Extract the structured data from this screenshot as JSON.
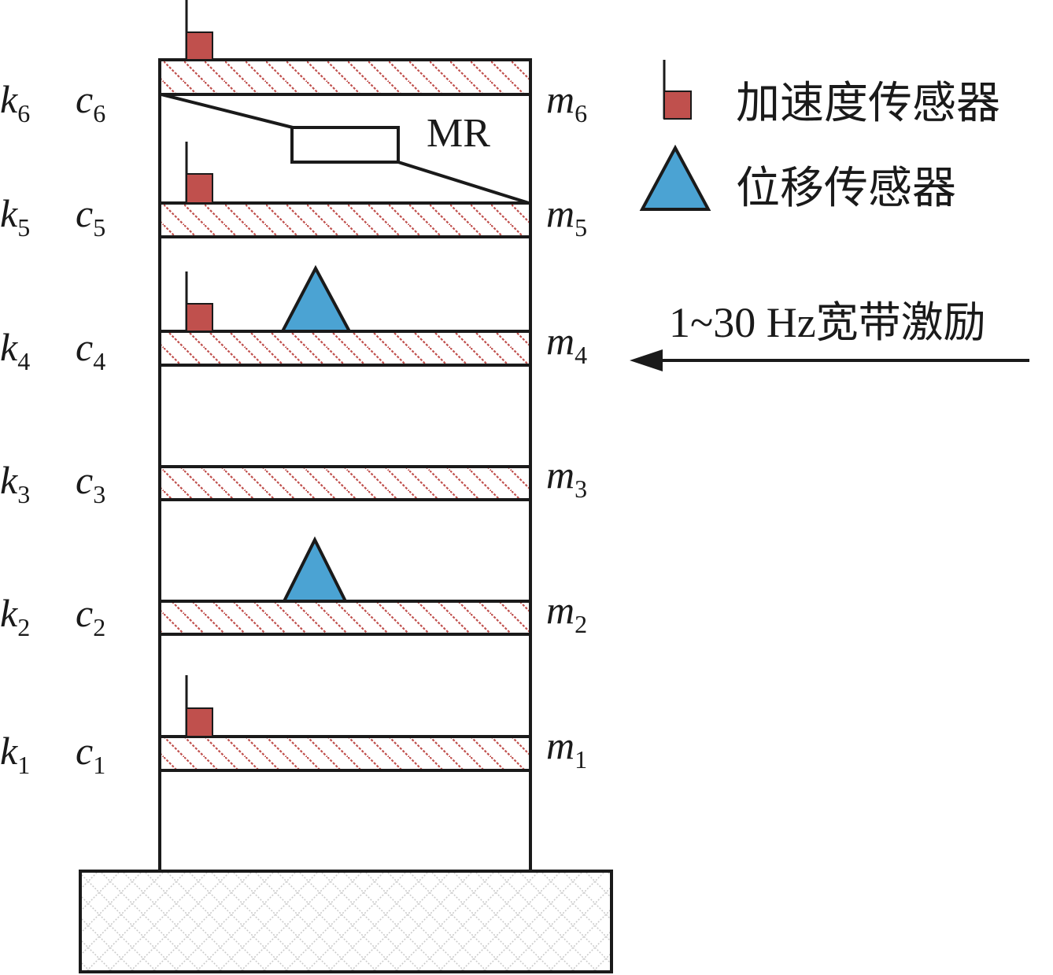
{
  "stiffness_labels": [
    {
      "base": "k",
      "sub": "6"
    },
    {
      "base": "k",
      "sub": "5"
    },
    {
      "base": "k",
      "sub": "4"
    },
    {
      "base": "k",
      "sub": "3"
    },
    {
      "base": "k",
      "sub": "2"
    },
    {
      "base": "k",
      "sub": "1"
    }
  ],
  "damping_labels": [
    {
      "base": "c",
      "sub": "6"
    },
    {
      "base": "c",
      "sub": "5"
    },
    {
      "base": "c",
      "sub": "4"
    },
    {
      "base": "c",
      "sub": "3"
    },
    {
      "base": "c",
      "sub": "2"
    },
    {
      "base": "c",
      "sub": "1"
    }
  ],
  "mass_labels": [
    {
      "base": "m",
      "sub": "6"
    },
    {
      "base": "m",
      "sub": "5"
    },
    {
      "base": "m",
      "sub": "4"
    },
    {
      "base": "m",
      "sub": "3"
    },
    {
      "base": "m",
      "sub": "2"
    },
    {
      "base": "m",
      "sub": "1"
    }
  ],
  "damper_label": "MR",
  "legend": {
    "accelerometer": "加速度传感器",
    "displacement": "位移传感器"
  },
  "excitation_label": "1~30 Hz宽带激励",
  "colors": {
    "accelerometer": "#c0504d",
    "displacement": "#4ba3d3",
    "hatch": "#c0504d",
    "line": "#1a1a1a"
  }
}
